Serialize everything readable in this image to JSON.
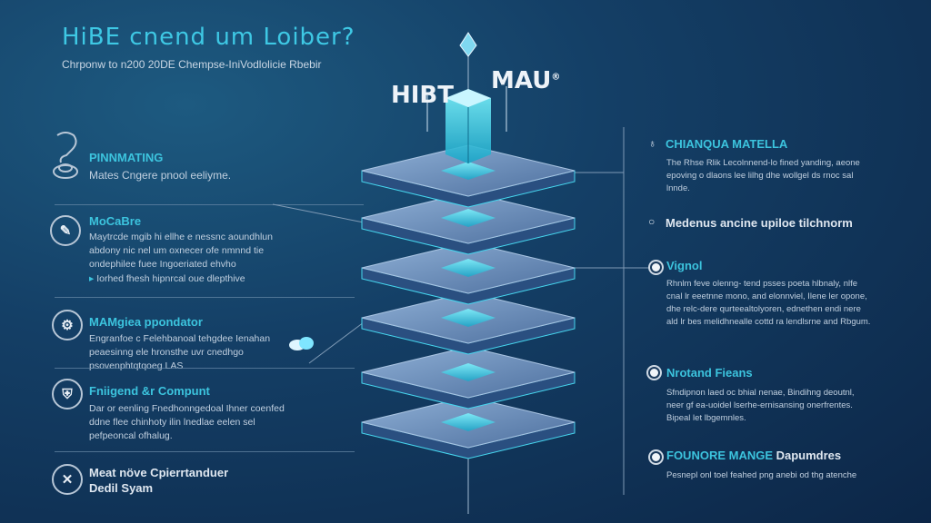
{
  "header": {
    "title": "HiBE cnend um Loiber?",
    "subtitle": "Chrponw to n200 20DE Chempse-IniVodlolicie Rbebir"
  },
  "stack": {
    "label_left": "HIBT",
    "label_right": "MAU",
    "label_right_mark": "®"
  },
  "left_items": [
    {
      "icon": "lightbulb-head-icon",
      "title": "PINNMATING",
      "text": "Mates Cngere pnool eeliyme."
    },
    {
      "icon": "chat-bubble-icon",
      "title": "MoCaBre",
      "text": "Maytrcde mgib hi ellhe e nessnc aoundhlun abdony nic nel um oxnecer ofe nmnnd tie ondephilee fuee Ingoeriated ehvho",
      "bullet": "Iorhed fhesh hipnrcal oue dlepthive"
    },
    {
      "icon": "gear-icon",
      "title": "MAMgiea ppondator",
      "text": "Engranfoe c Felehbanoal tehgdee Ienahan peaesinng ele hronsthe uvr cnedhgo psovenphtqtqoeg LAS"
    },
    {
      "icon": "shield-icon",
      "title": "Fniigend &r Compunt",
      "text": "Dar or eenling Fnedhonngedoal Ihner coenfed ddne flee chinhoty ilin lnedlae eelen sel pefpeoncal ofhalug."
    },
    {
      "icon": "close-icon",
      "title": "Meat növe Cpierrtanduer",
      "title2": "Dedil Syam"
    }
  ],
  "right_items": [
    {
      "title": "CHIANQUA MATELLA",
      "text": "The Rhse Rlik Lecolnnend-lo fined yanding, aeone epoving o dlaons lee lilhg dhe wollgel ds rnoc sal lnnde."
    },
    {
      "title": "Medenus ancine upiloe tilchnorm",
      "text": ""
    },
    {
      "title": "Vignol",
      "text": "Rhnlm feve olenng- tend psses poeta hlbnaly, nlfe cnal lr eeetnne mono, and elonnviel, Ilene ler opone, dhe relc-dere qurteealtolyoren, ednethen endi nere ald lr bes melidhnealle cottd ra lendlsrne and Rbgum."
    },
    {
      "title": "Nrotand Fieans",
      "text": "Sfndipnon laed oc bhial nenae, Bindihng deoutnl, neer gf ea-uoidel lserhe-ernisansing onerfrentes. Bipeal let lbgemnles."
    },
    {
      "title": "FOUNORE MANGE",
      "title2": "Dapumdres",
      "text": "Pesnepl onl toel feahed png anebi od thg atenche"
    }
  ],
  "colors": {
    "accent": "#3ec8e4",
    "background": "#143f66",
    "glow": "#3fe0f0"
  }
}
